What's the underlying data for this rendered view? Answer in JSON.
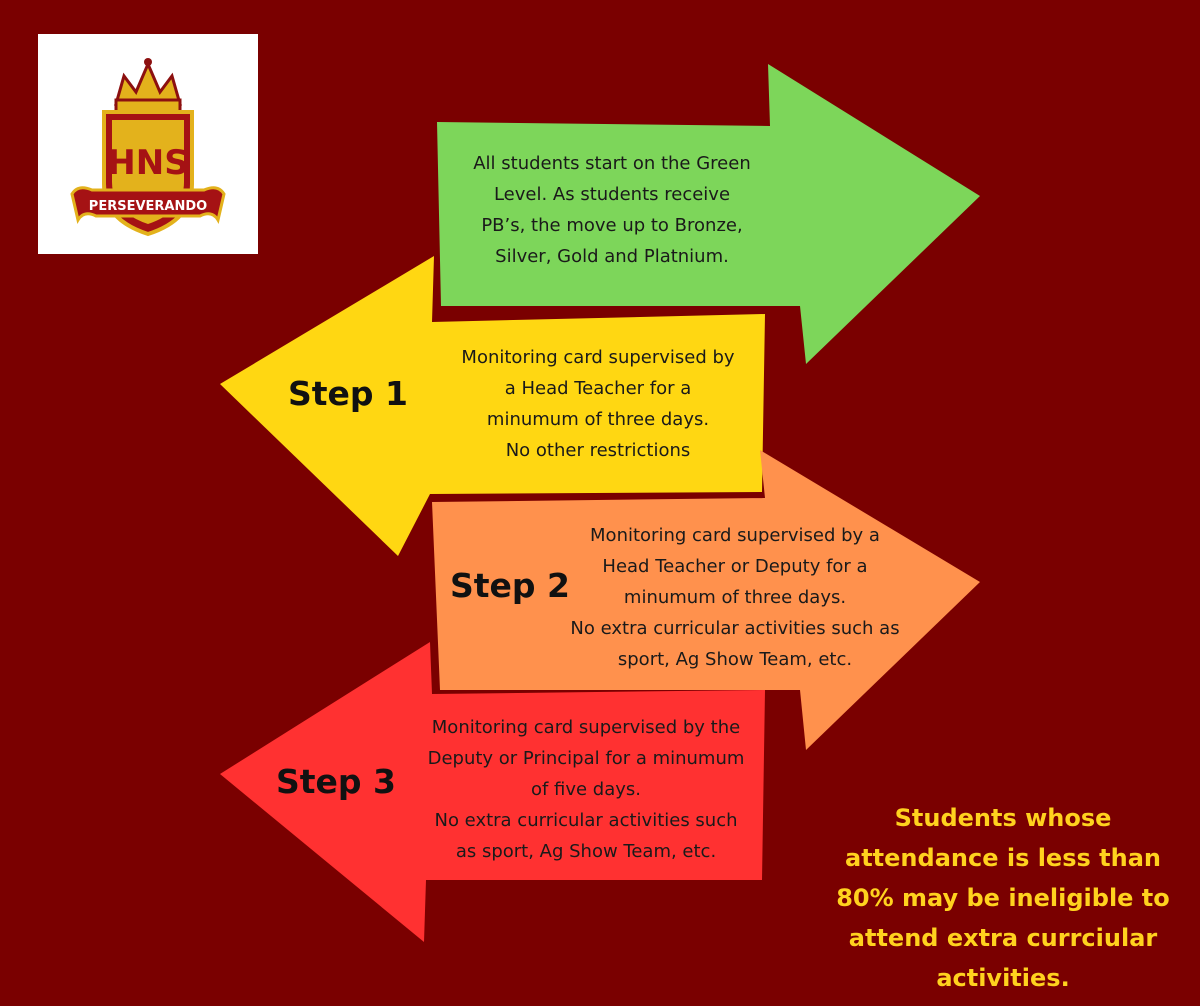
{
  "colors": {
    "background": "#7a0000",
    "green": "#7dd65a",
    "yellow": "#ffd712",
    "orange": "#ff914d",
    "red": "#ff3131",
    "note_text": "#ffd21e"
  },
  "logo": {
    "initials": "HNS",
    "motto": "PERSEVERANDO"
  },
  "steps": [
    {
      "label": "",
      "text": "All students start on the Green\nLevel. As students receive\nPB’s, the move up to Bronze,\nSilver, Gold and Platnium."
    },
    {
      "label": "Step 1",
      "text": "Monitoring card supervised by\na Head Teacher for a\nminumum of three days.\nNo other restrictions"
    },
    {
      "label": "Step 2",
      "text": "Monitoring card supervised by a\nHead Teacher or Deputy for a\nminumum of three days.\nNo extra curricular activities such as\nsport, Ag Show Team, etc."
    },
    {
      "label": "Step 3",
      "text": "Monitoring card supervised by the\nDeputy or Principal for a minumum\nof five days.\nNo extra curricular activities such\nas sport, Ag Show Team, etc."
    }
  ],
  "note": "Students whose\nattendance is less than\n80% may be ineligible to\nattend extra currciular\nactivities."
}
